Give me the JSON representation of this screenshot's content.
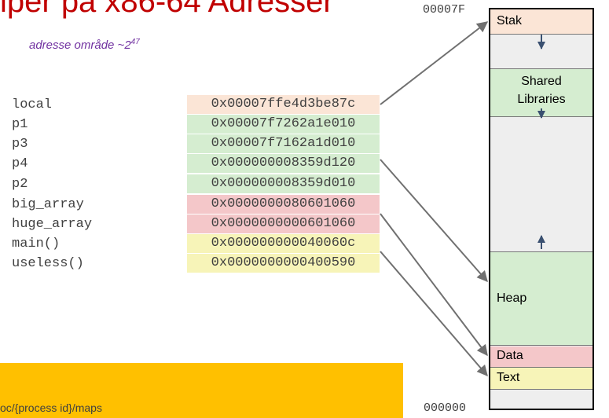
{
  "title": "iper på x86-64 Adresser",
  "subtitle": {
    "text": "adresse område ~2",
    "exponent": "47"
  },
  "variables": [
    {
      "name": "local",
      "address": "0x00007ffe4d3be87c",
      "segment": "stack"
    },
    {
      "name": "p1",
      "address": "0x00007f7262a1e010",
      "segment": "heap"
    },
    {
      "name": "p3",
      "address": "0x00007f7162a1d010",
      "segment": "heap"
    },
    {
      "name": "p4",
      "address": "0x000000008359d120",
      "segment": "heap"
    },
    {
      "name": "p2",
      "address": "0x000000008359d010",
      "segment": "heap"
    },
    {
      "name": "big_array",
      "address": "0x0000000080601060",
      "segment": "data"
    },
    {
      "name": "huge_array",
      "address": "0x0000000000601060",
      "segment": "data"
    },
    {
      "name": "main()",
      "address": "0x000000000040060c",
      "segment": "text"
    },
    {
      "name": "useless()",
      "address": "0x0000000000400590",
      "segment": "text"
    }
  ],
  "memory": {
    "top_address": "00007F",
    "bottom_address": "000000",
    "segments": {
      "stack": "Stak",
      "shared_libraries": [
        "Shared",
        "Libraries"
      ],
      "heap": "Heap",
      "data": "Data",
      "text": "Text"
    }
  },
  "note": {
    "text": "oc/{process id}/maps"
  },
  "colors": {
    "title": "#c00000",
    "subtitle": "#7030a0",
    "stack": "#fbe5d6",
    "heap": "#d5edd0",
    "data": "#f4c7c9",
    "text": "#f7f4b8",
    "note": "#ffc000",
    "arrow": "#707070"
  }
}
